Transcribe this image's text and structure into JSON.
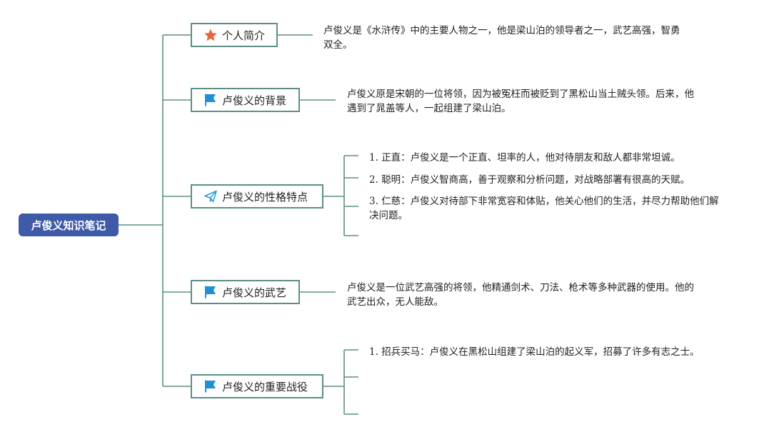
{
  "root": {
    "label": "卢俊义知识笔记"
  },
  "branches": [
    {
      "label": "个人简介",
      "icon": "star-icon",
      "texts": [
        "卢俊义是《水浒传》中的主要人物之一，他是梁山泊的领导者之一，武艺高强，智勇双全。"
      ]
    },
    {
      "label": "卢俊义的背景",
      "icon": "flag-icon",
      "texts": [
        "卢俊义原是宋朝的一位将领，因为被冤枉而被贬到了黑松山当土贼头领。后来，他遇到了晁盖等人，一起组建了梁山泊。"
      ]
    },
    {
      "label": "卢俊义的性格特点",
      "icon": "paper-plane-icon",
      "items": [
        {
          "num": "1.",
          "text": "正直：卢俊义是一个正直、坦率的人，他对待朋友和敌人都非常坦诚。"
        },
        {
          "num": "2.",
          "text": "聪明：卢俊义智商高，善于观察和分析问题，对战略部署有很高的天赋。"
        },
        {
          "num": "3.",
          "text": "仁慈：卢俊义对待部下非常宽容和体贴，他关心他们的生活，并尽力帮助他们解决问题。"
        }
      ]
    },
    {
      "label": "卢俊义的武艺",
      "icon": "flag-icon",
      "texts": [
        "卢俊义是一位武艺高强的将领，他精通剑术、刀法、枪术等多种武器的使用。他的武艺出众，无人能敌。"
      ]
    },
    {
      "label": "卢俊义的重要战役",
      "icon": "flag-icon",
      "items": [
        {
          "num": "1.",
          "text": "招兵买马：卢俊义在黑松山组建了梁山泊的起义军，招募了许多有志之士。"
        }
      ]
    }
  ],
  "colors": {
    "root": "#3f5aa6",
    "line": "#5b8f86",
    "star": "#e8663d",
    "flag": "#1e8fd8",
    "plane": "#2a9bd6"
  }
}
